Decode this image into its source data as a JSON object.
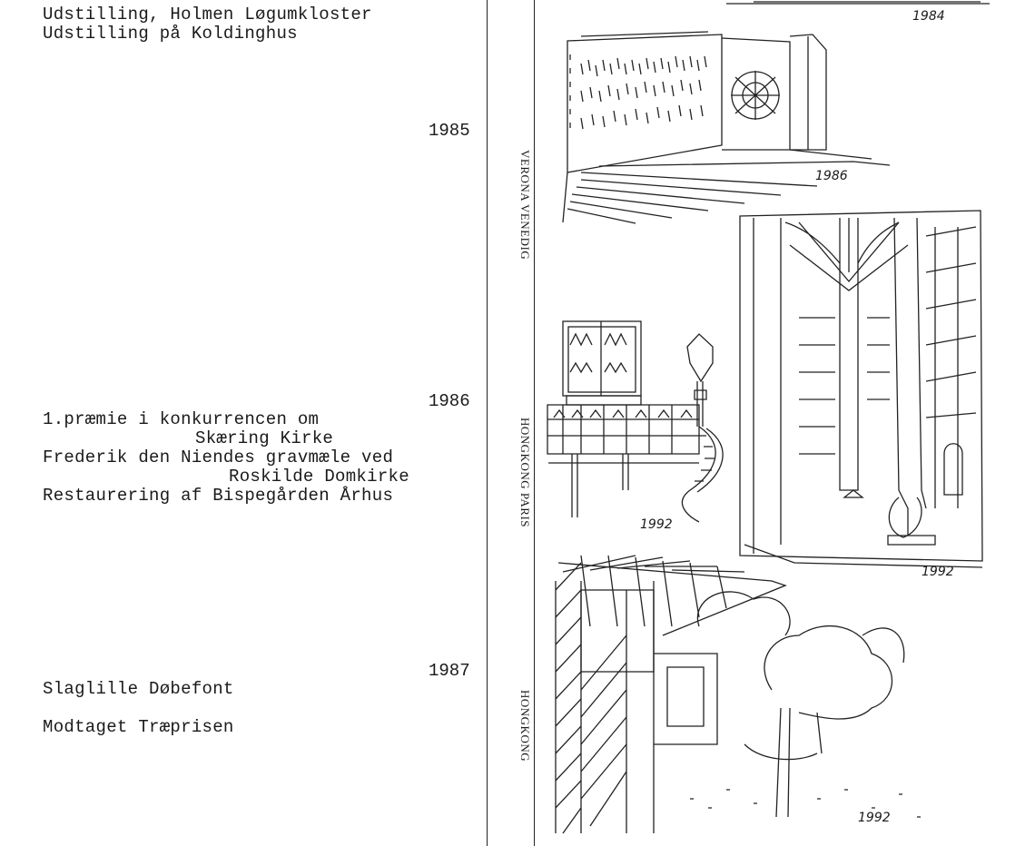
{
  "left": {
    "lines_top": [
      "Udstilling, Holmen Løgumkloster",
      "Udstilling på Koldinghus"
    ],
    "year_1985": "1985",
    "year_1986": "1986",
    "entries_1986": [
      "1.præmie i konkurrencen om",
      "Skæring Kirke",
      "Frederik den Niendes gravmæle ved",
      "Roskilde Domkirke",
      "Restaurering af Bispegården Århus"
    ],
    "year_1987": "1987",
    "entries_1987": [
      "Slaglille Døbefont",
      "Modtaget Træprisen"
    ]
  },
  "sidebar": {
    "label_1": "VERONA VENEDIG",
    "label_2": "HONGKONG PARIS",
    "label_3": "HONGKONG"
  },
  "sketches": {
    "date_top": "1984",
    "date_church": "1986",
    "date_building": "1992",
    "date_interior": "1992",
    "date_garden": "1992"
  }
}
